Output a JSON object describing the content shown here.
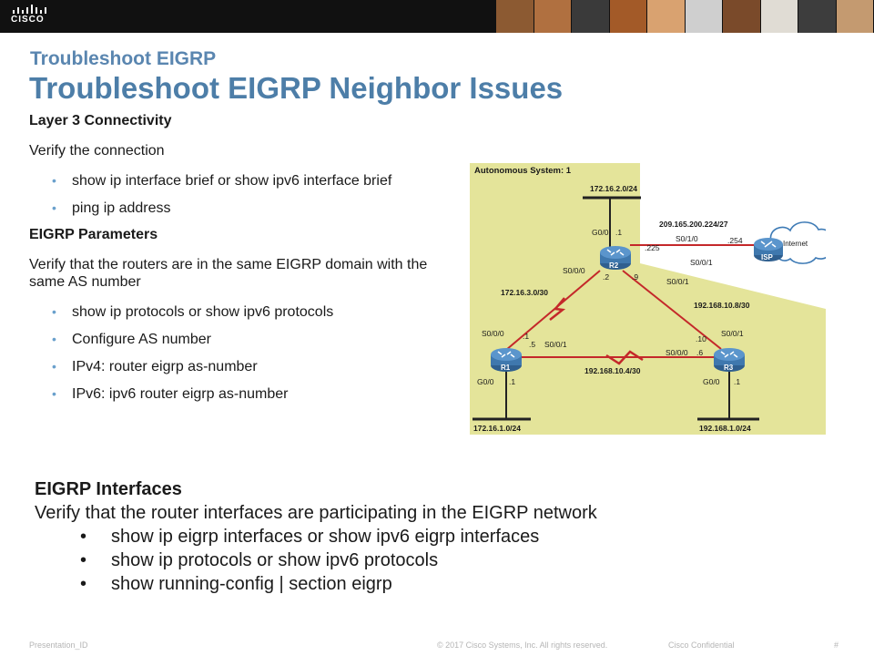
{
  "header": {
    "logo_text": "CISCO",
    "photo_colors": [
      "#8c5a32",
      "#b07040",
      "#3a3a3a",
      "#a35a28",
      "#d9a270",
      "#cfcfcf",
      "#7a4a2a",
      "#e0dcd4",
      "#3d3d3d",
      "#c49a70"
    ]
  },
  "title": {
    "section": "Troubleshoot EIGRP",
    "main": "Troubleshoot EIGRP Neighbor Issues"
  },
  "content": {
    "l3_heading": "Layer 3 Connectivity",
    "l3_text": "Verify the connection",
    "l3_bullets": [
      "show ip interface brief or show ipv6 interface brief",
      "ping ip address"
    ],
    "params_heading": "EIGRP Parameters",
    "params_text": "Verify that the routers are in the same EIGRP domain with the same AS number",
    "params_bullets": [
      "show ip protocols or show ipv6 protocols",
      "Configure AS number",
      "IPv4: router eigrp as-number",
      "IPv6: ipv6 router eigrp as-number"
    ]
  },
  "lower": {
    "heading": "EIGRP Interfaces",
    "text": "Verify that the router interfaces  are participating in the EIGRP network",
    "bullets": [
      "show ip eigrp interfaces or show ipv6 eigrp interfaces",
      "show ip protocols or show ipv6 protocols",
      "show running-config | section eigrp"
    ]
  },
  "diagram": {
    "as_label": "Autonomous System: 1",
    "r2": "R2",
    "r1": "R1",
    "r3": "R3",
    "isp": "ISP",
    "internet": "Internet",
    "net_r2_lan": "172.16.2.0/24",
    "net_isp": "209.165.200.224/27",
    "net_r1_r2": "172.16.3.0/30",
    "net_r2_r3": "192.168.10.8/30",
    "net_r1_r3": "192.168.10.4/30",
    "net_r1_lan": "172.16.1.0/24",
    "net_r3_lan": "192.168.1.0/24",
    "r2_g00": "G0/0",
    "r2_g00_ip": ".1",
    "r2_s010": ".225",
    "isp_s010": "S0/1/0",
    "isp_ip": ".254",
    "r2_s001": "S0/0/1",
    "r2_s000": "S0/0/0",
    "r2_s000_ip": ".2",
    "r2_s001_ip": ".9",
    "r3_link_s001": "S0/0/1",
    "r1_s000": "S0/0/0",
    "r1_s000_ip": ".1",
    "r1_s001_ip": ".5",
    "r1_s001": "S0/0/1",
    "r3_s001_ip": ".10",
    "r3_s001": "S0/0/1",
    "r3_s000": "S0/0/0",
    "r3_s000_ip": ".6",
    "r1_g00": "G0/0",
    "r1_g00_ip": ".1",
    "r3_g00": "G0/0",
    "r3_g00_ip": ".1"
  },
  "footer": {
    "left": "Presentation_ID",
    "center": "© 2017 Cisco Systems, Inc. All rights reserved.",
    "right": "Cisco Confidential",
    "page": "#"
  }
}
